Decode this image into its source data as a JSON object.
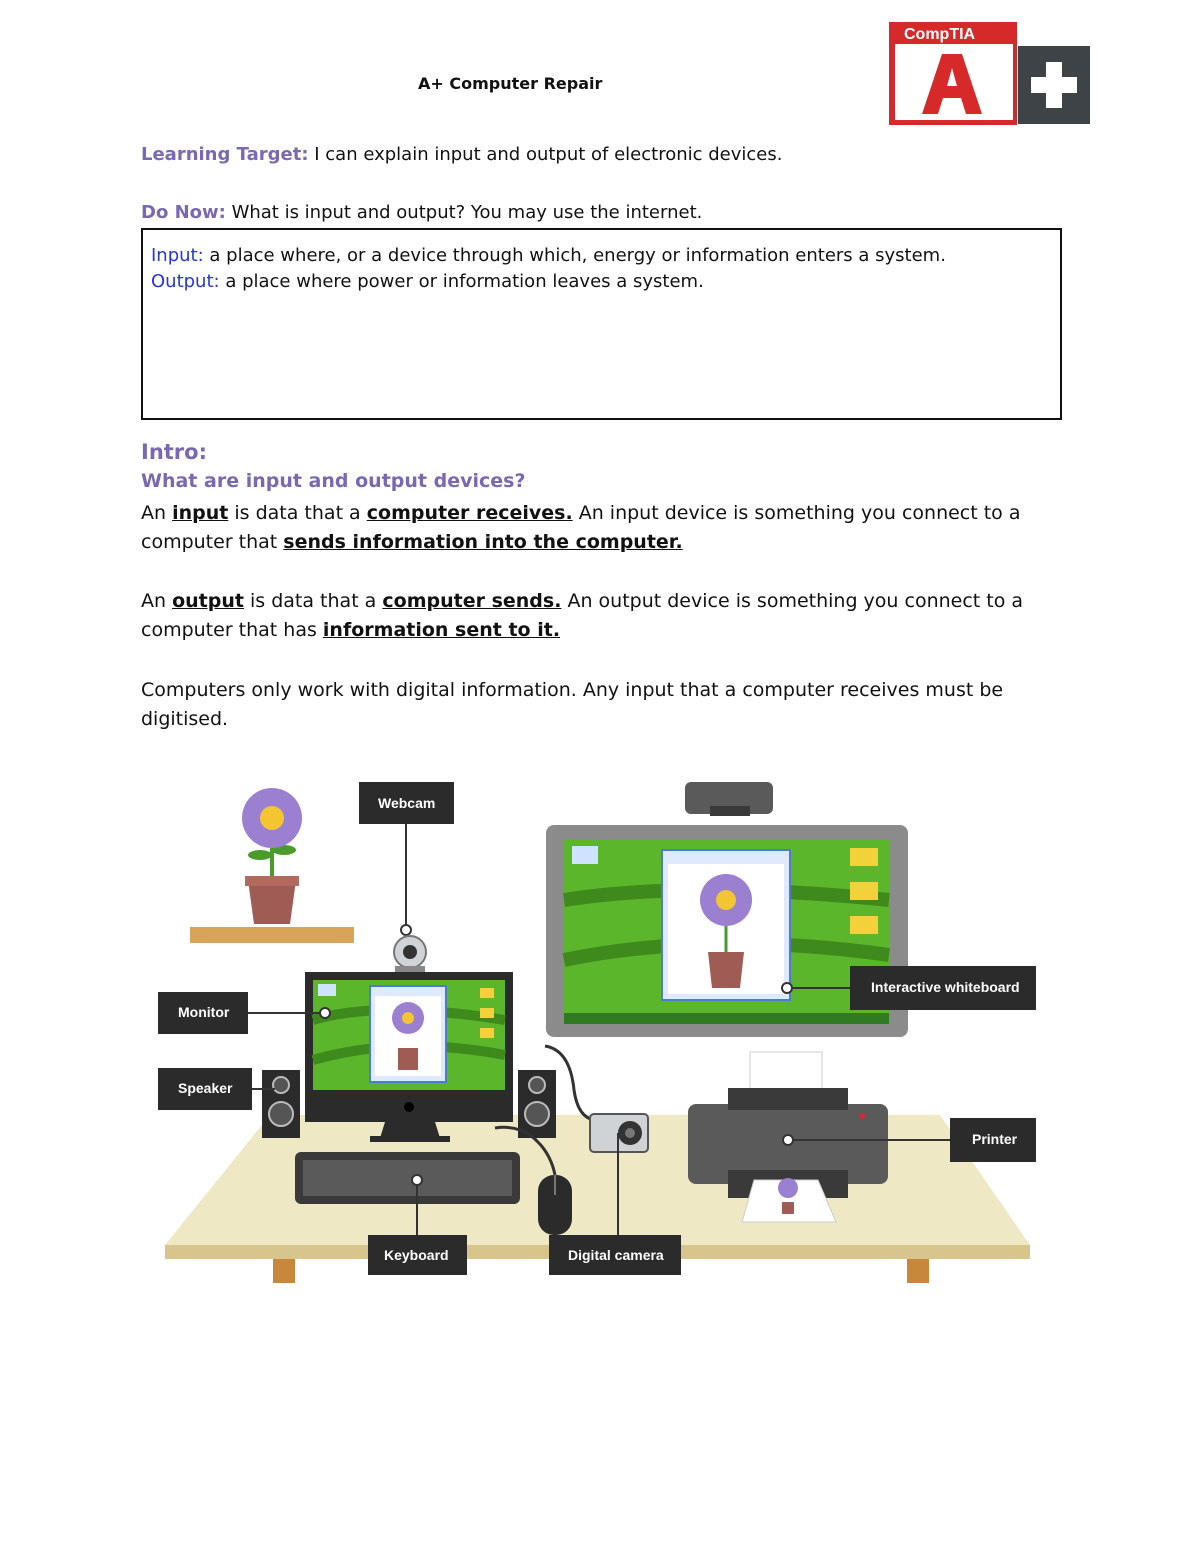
{
  "header": {
    "title": "A+ Computer Repair",
    "logo_brand": "CompTIA",
    "logo_mark": "A+"
  },
  "learning_target": {
    "label": "Learning Target:",
    "text": " I can explain input and output of electronic devices."
  },
  "do_now": {
    "label": "Do Now:",
    "text": " What is input and output? You may use the internet."
  },
  "answer_box": {
    "input_label": "Input:",
    "input_text": "  a place where, or a device through which, energy or information enters a system.",
    "output_label": "Output:",
    "output_text": "  a place where power or information leaves a system."
  },
  "intro": {
    "heading": "Intro:",
    "question": "What are input and output devices?",
    "p1": {
      "a": "An ",
      "b1": "input",
      "c": " is data that a ",
      "b2": "computer receives.",
      "d": " An input device is something you connect to a computer that ",
      "b3": "sends information into the computer."
    },
    "p2": {
      "a": "An ",
      "b1": "output",
      "c": " is data that a ",
      "b2": "computer sends.",
      "d": " An output device is something you connect to a computer that has ",
      "b3": "information sent to it."
    },
    "p3": "Computers only work with digital information. Any input that a computer receives must be digitised."
  },
  "illustration": {
    "labels": {
      "webcam": "Webcam",
      "monitor": "Monitor",
      "speaker": "Speaker",
      "keyboard": "Keyboard",
      "digital_camera": "Digital camera",
      "interactive_whiteboard": "Interactive whiteboard",
      "printer": "Printer"
    }
  },
  "colors": {
    "accent_purple": "#7a68b0",
    "answer_blue": "#2437d6",
    "logo_red": "#d62a2a",
    "logo_gray": "#3d4347",
    "desk": "#efe8c4",
    "screen_green": "#5bb62c"
  }
}
